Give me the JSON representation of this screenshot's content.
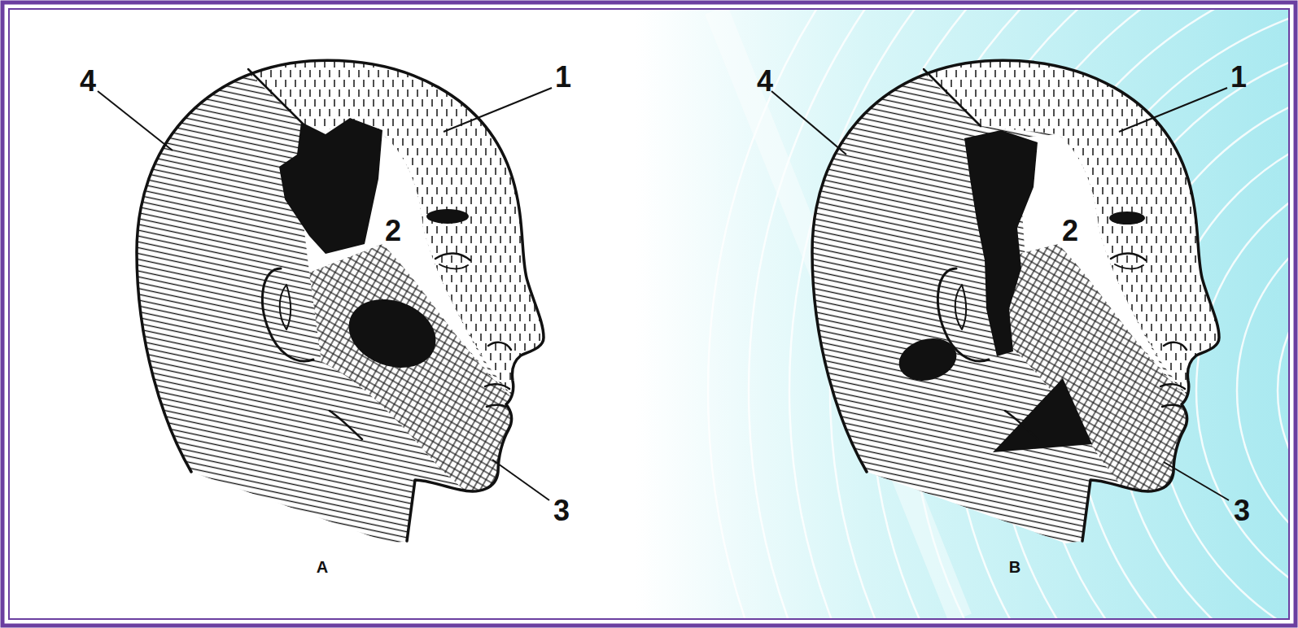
{
  "diagram": {
    "labels": [
      "4",
      "1",
      "2",
      "3",
      "A",
      "4",
      "1",
      "2",
      "3",
      "B"
    ]
  }
}
